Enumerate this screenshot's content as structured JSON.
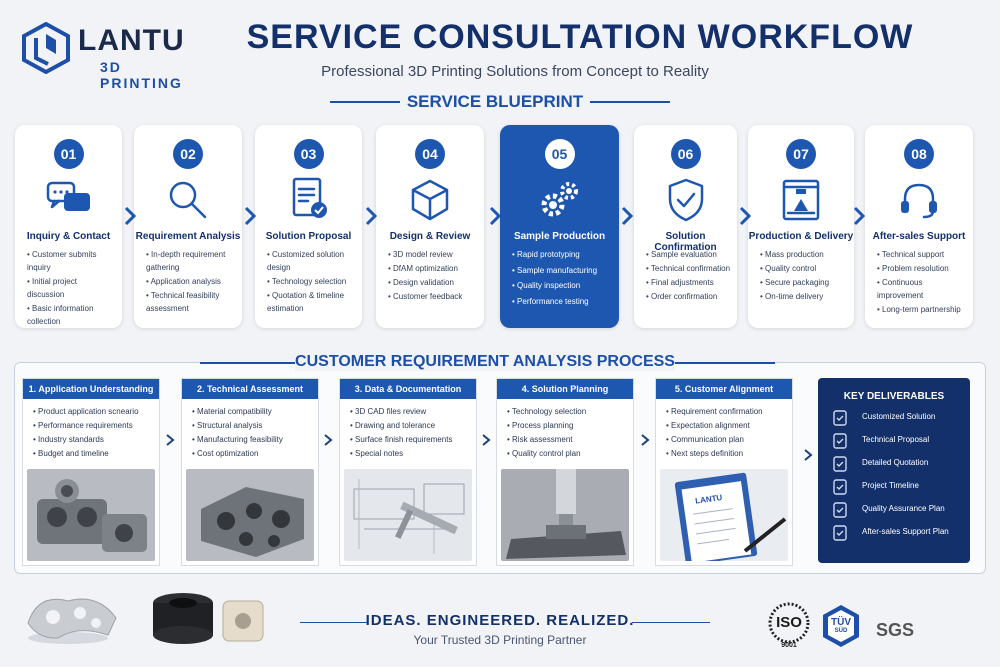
{
  "brand": {
    "name": "LANTU",
    "subtitle": "3D PRINTING"
  },
  "header": {
    "title": "SERVICE CONSULTATION WORKFLOW",
    "subtitle": "Professional 3D Printing Solutions from Concept to Reality"
  },
  "blueprint": {
    "title": "SERVICE BLUEPRINT",
    "steps": [
      {
        "num": "01",
        "title": "Inquiry & Contact",
        "icon": "chat-bubbles-icon",
        "items": [
          "Customer submits inquiry",
          "Initial project discussion",
          "Basic information collection"
        ]
      },
      {
        "num": "02",
        "title": "Requirement Analysis",
        "icon": "magnifier-icon",
        "items": [
          "In-depth requirement gathering",
          "Application analysis",
          "Technical feasibility assessment"
        ]
      },
      {
        "num": "03",
        "title": "Solution Proposal",
        "icon": "document-check-icon",
        "items": [
          "Customized solution design",
          "Technology selection",
          "Quotation & timeline estimation"
        ]
      },
      {
        "num": "04",
        "title": "Design & Review",
        "icon": "cube-icon",
        "items": [
          "3D model review",
          "DfAM optimization",
          "Design validation",
          "Customer feedback"
        ]
      },
      {
        "num": "05",
        "title": "Sample Production",
        "icon": "gears-icon",
        "items": [
          "Rapid prototyping",
          "Sample manufacturing",
          "Quality inspection",
          "Performance testing"
        ]
      },
      {
        "num": "06",
        "title": "Solution Confirmation",
        "icon": "shield-check-icon",
        "items": [
          "Sample evaluation",
          "Technical confirmation",
          "Final adjustments",
          "Order confirmation"
        ]
      },
      {
        "num": "07",
        "title": "Production & Delivery",
        "icon": "printer-icon",
        "items": [
          "Mass production",
          "Quality control",
          "Secure packaging",
          "On-time delivery"
        ]
      },
      {
        "num": "08",
        "title": "After-sales Support",
        "icon": "headset-icon",
        "items": [
          "Technical support",
          "Problem resolution",
          "Continuous improvement",
          "Long-term partnership"
        ]
      }
    ]
  },
  "analysis": {
    "title": "CUSTOMER REQUIREMENT ANALYSIS PROCESS",
    "stages": [
      {
        "title": "1. Application Understanding",
        "items": [
          "Product application scneario",
          "Performance requirements",
          "Industry standards",
          "Budget and timeline"
        ],
        "image": "metal-parts"
      },
      {
        "title": "2. Technical Assessment",
        "items": [
          "Material compatibility",
          "Structural analysis",
          "Manufacturing feasibility",
          "Cost optimization"
        ],
        "image": "lattice-part"
      },
      {
        "title": "3. Data & Documentation",
        "items": [
          "3D CAD files review",
          "Drawing and tolerance",
          "Surface finish requirements",
          "Special notes"
        ],
        "image": "drawing-caliper"
      },
      {
        "title": "4. Solution Planning",
        "items": [
          "Technology selection",
          "Process planning",
          "Risk assessment",
          "Quality control plan"
        ],
        "image": "printer-nozzle"
      },
      {
        "title": "5. Customer Alignment",
        "items": [
          "Requirement confirmation",
          "Expectation alignment",
          "Communication plan",
          "Next steps definition"
        ],
        "image": "clipboard-pen"
      }
    ],
    "deliverables": {
      "title": "KEY DELIVERABLES",
      "items": [
        {
          "label": "Customized Solution",
          "icon": "gear-badge-icon"
        },
        {
          "label": "Technical Proposal",
          "icon": "doc-badge-icon"
        },
        {
          "label": "Detailed Quotation",
          "icon": "list-doc-icon"
        },
        {
          "label": "Project Timeline",
          "icon": "calendar-icon"
        },
        {
          "label": "Quality Assurance Plan",
          "icon": "shield-badge-icon"
        },
        {
          "label": "After-sales Support Plan",
          "icon": "headset-badge-icon"
        }
      ]
    }
  },
  "footer": {
    "tagline": "IDEAS. ENGINEERED. REALIZED.",
    "subline": "Your Trusted 3D Printing Partner",
    "certs": {
      "iso": "ISO",
      "iso_num": "9001",
      "tuv": "TÜV",
      "tuv_sub": "SÜD",
      "sgs": "SGS"
    }
  },
  "colors": {
    "primary": "#1d57b0",
    "navy": "#13306b",
    "background": "#f1f3f6"
  }
}
